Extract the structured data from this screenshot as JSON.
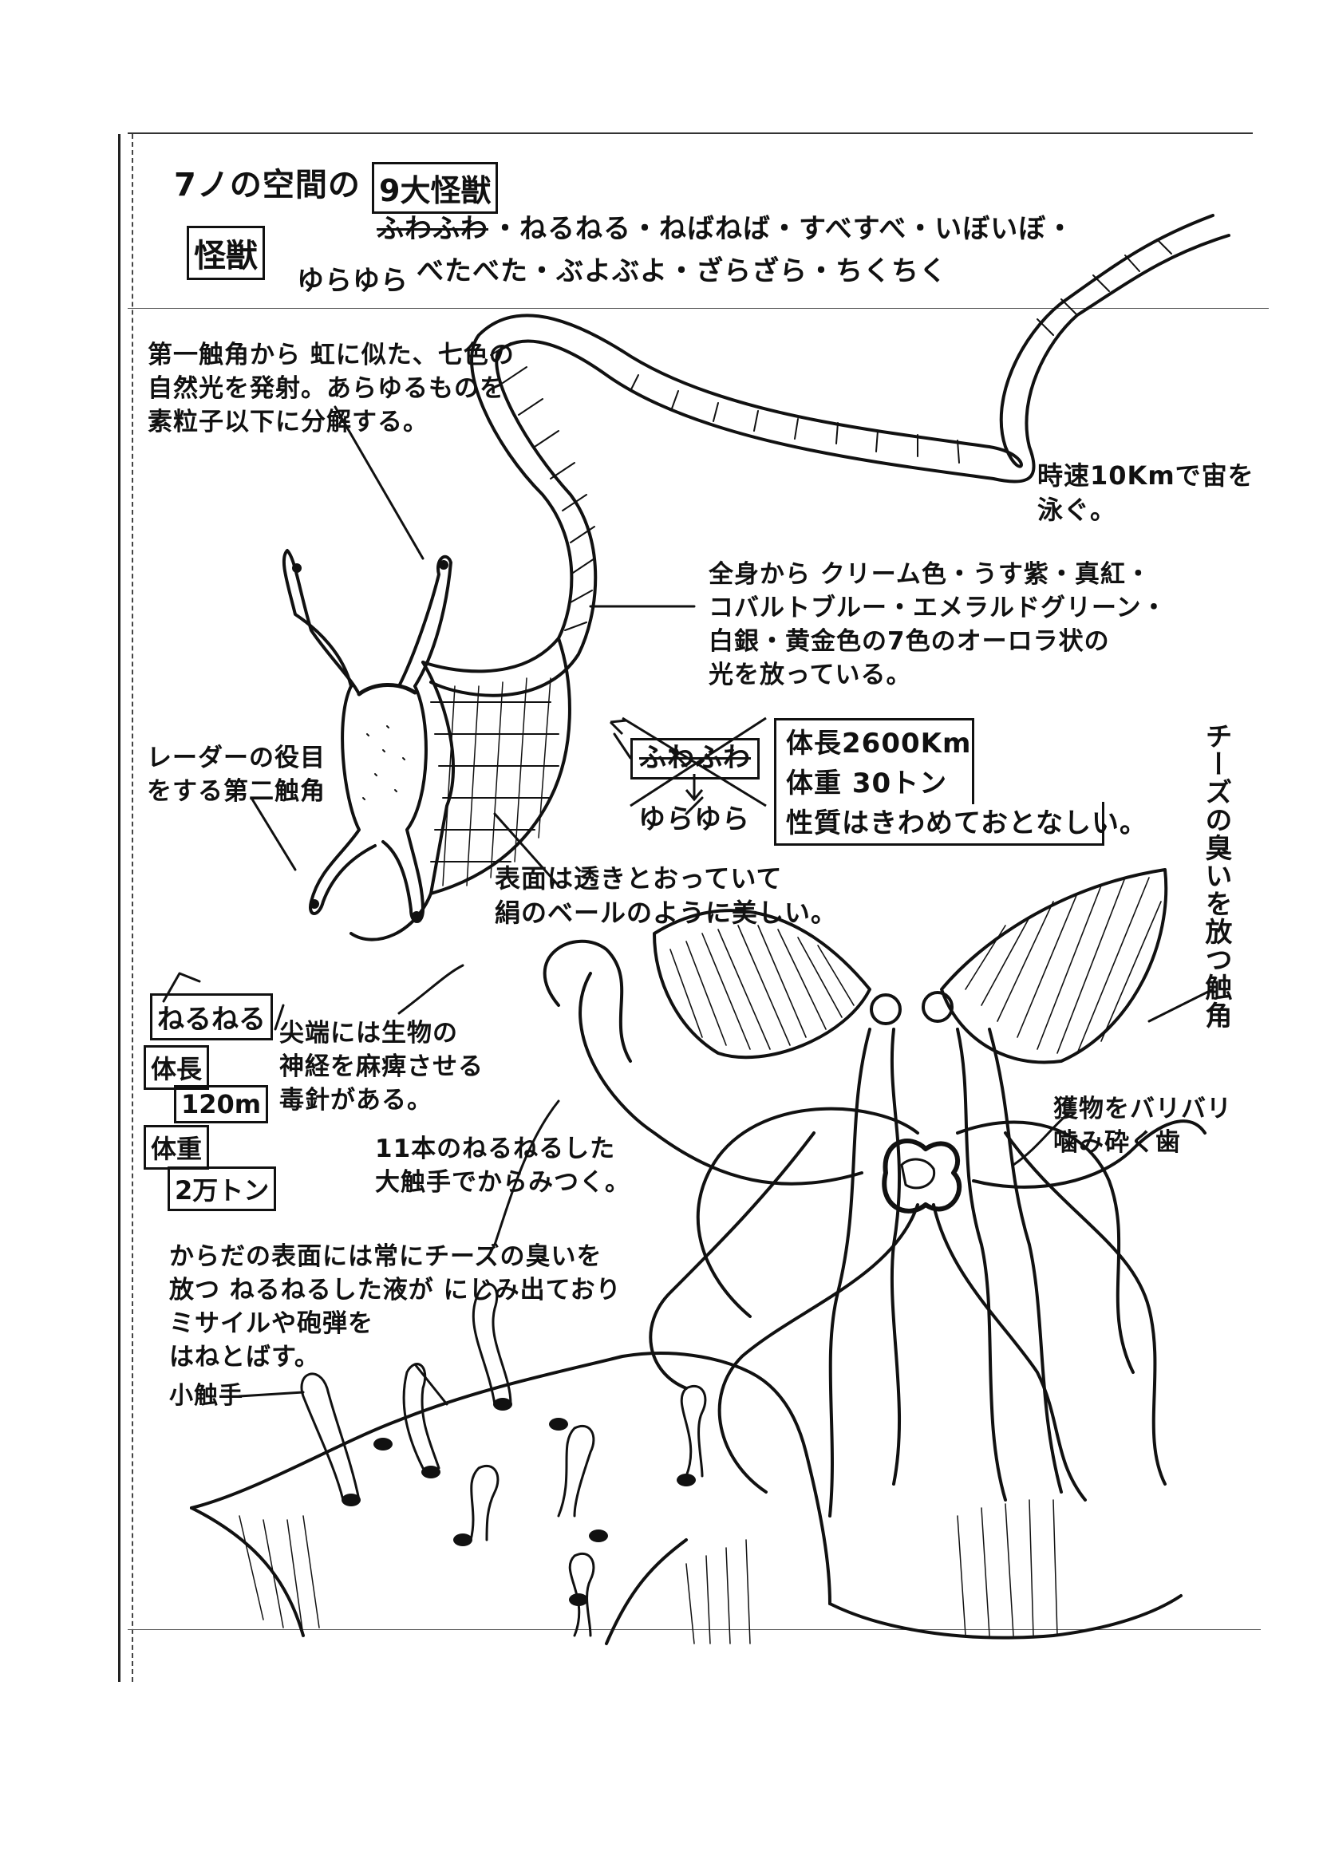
{
  "header": {
    "title_prefix": "7ノの空間の",
    "title_box": "怪獣",
    "nine_monsters_box": "9大怪獣",
    "struck_word": "ふわふわ",
    "monster_list_line1": "・ねるねる・ねばねば・すべすべ・いぼいぼ・",
    "yurayura": "ゆらゆら",
    "monster_list_line2": "べたべた・ぶよぶよ・ざらざら・ちくちく"
  },
  "yurayura_section": {
    "note_first_tentacle": "第一触角から 虹に似た、七色の\n自然光を発射。あらゆるものを\n素粒子以下に分解する。",
    "note_speed": "時速10Kmで宙を\n泳ぐ。",
    "note_aurora": "全身から クリーム色・うす紫・真紅・\nコバルトブルー・エメラルドグリーン・\n白銀・黄金色の7色のオーロラ状の\n光を放っている。",
    "note_radar": "レーダーの役目\nをする第二触角",
    "name_struck": "ふわふわ",
    "name": "ゆらゆら",
    "stat_length": "体長2600Km",
    "stat_weight": "体重 30トン",
    "stat_temper": "性質はきわめておとなしい。",
    "note_surface": "表面は透きとおっていて\n絹のベールのように美しい。"
  },
  "nerunerun_section": {
    "name_box": "ねるねる",
    "length_label": "体長",
    "length_value": "120m",
    "weight_label": "体重",
    "weight_value": "2万トン",
    "note_tip": "尖端には生物の\n神経を麻痺させる\n毒針がある。",
    "note_big_tentacle": "11本のねるねるした\n大触手でからみつく。",
    "note_cheese_tentacle": "チーズの臭いを放つ触角",
    "note_teeth": "獲物をバリバリ\n噛み砕く歯",
    "note_body_surface": "からだの表面には常にチーズの臭いを\n放つ ねるねるした液が にじみ出ており\nミサイルや砲弾を\nはねとばす。",
    "small_tentacle_label": "小触手"
  },
  "colors": {
    "ink": "#111111",
    "paper": "#ffffff"
  }
}
